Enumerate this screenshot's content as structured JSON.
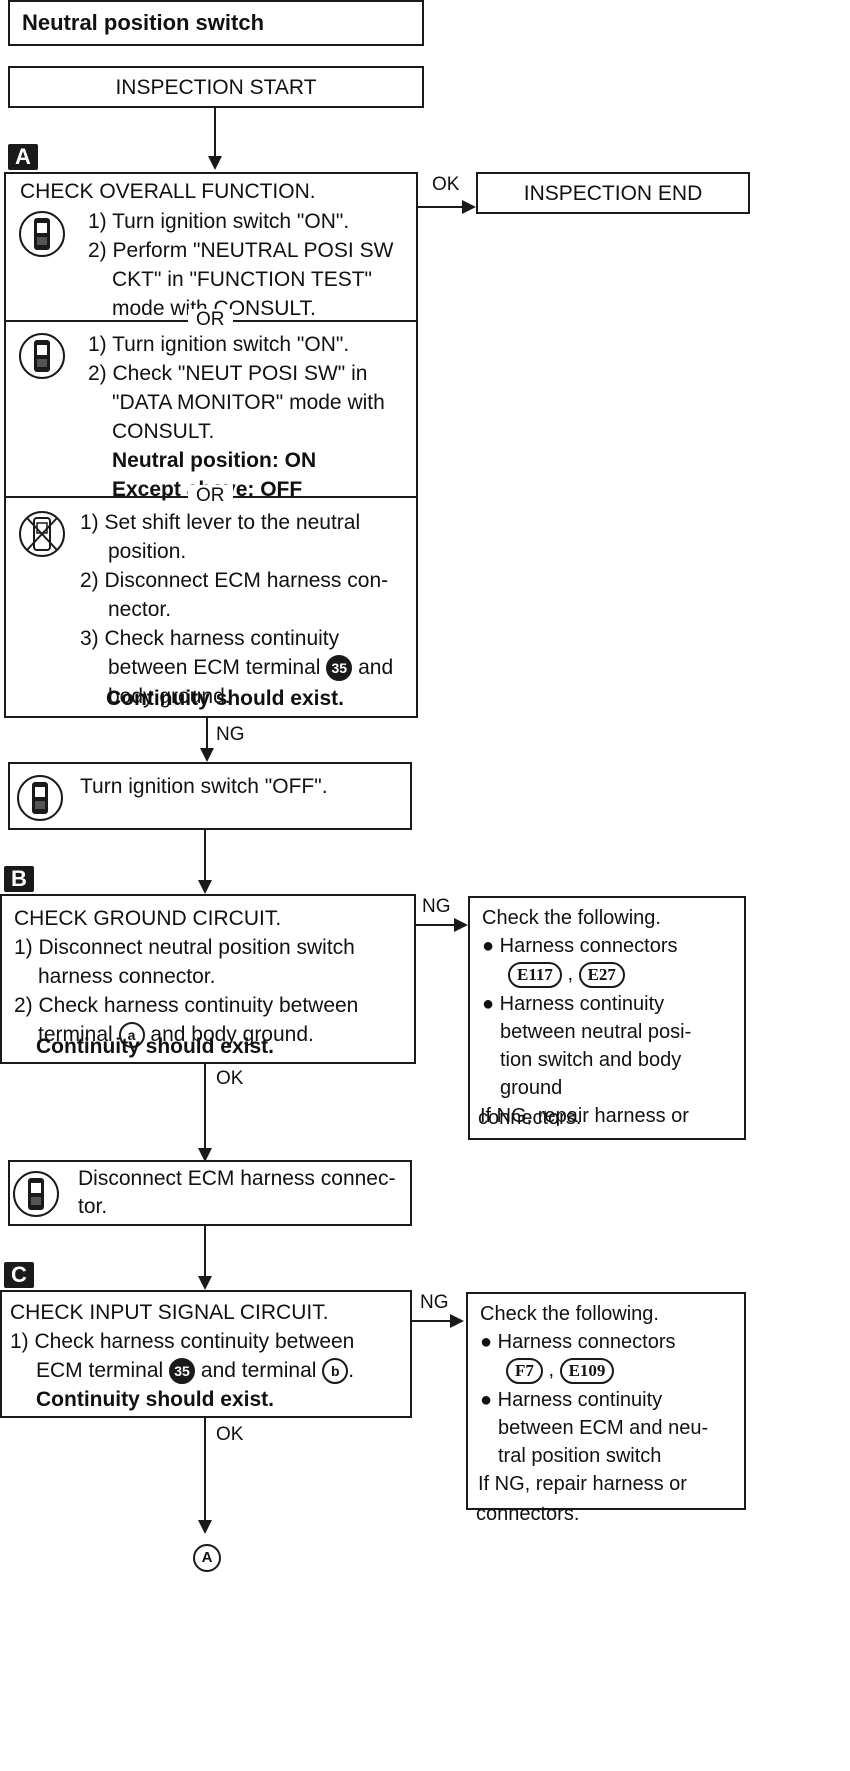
{
  "title": "Neutral position switch",
  "start_label": "INSPECTION START",
  "end_label": "INSPECTION END",
  "labels": {
    "ok": "OK",
    "ng": "NG",
    "or": "OR"
  },
  "step_a": {
    "badge": "A",
    "heading": "CHECK OVERALL FUNCTION.",
    "method1": [
      "1) Turn ignition switch \"ON\".",
      "2) Perform \"NEUTRAL POSI SW",
      "CKT\" in \"FUNCTION TEST\"",
      "mode with CONSULT."
    ],
    "method2": [
      "1) Turn ignition switch \"ON\".",
      "2) Check \"NEUT POSI SW\" in",
      "\"DATA MONITOR\" mode with",
      "CONSULT."
    ],
    "method2_bold": [
      "Neutral position: ON",
      "Except above: OFF"
    ],
    "method3": [
      "1) Set shift lever to the neutral",
      "position.",
      "2) Disconnect ECM harness con-",
      "nector.",
      "3) Check harness continuity",
      "between ECM terminal",
      "and",
      "body ground."
    ],
    "method3_terminal": "35",
    "method3_bold": "Continuity should exist."
  },
  "step_off": {
    "text": "Turn ignition switch \"OFF\"."
  },
  "step_b": {
    "badge": "B",
    "heading": "CHECK GROUND CIRCUIT.",
    "lines": [
      "1) Disconnect neutral position switch",
      "harness connector.",
      "2) Check harness continuity between",
      "terminal",
      "and body ground."
    ],
    "terminal": "a",
    "bold": "Continuity should exist.",
    "side": {
      "heading": "Check the following.",
      "bullet1": "Harness connectors",
      "connectors": [
        "E117",
        "E27"
      ],
      "bullet2": [
        "Harness continuity",
        "between neutral posi-",
        "tion switch and body",
        "ground"
      ],
      "footer": [
        "If NG, repair harness or",
        "connectors."
      ]
    }
  },
  "step_disconnect": {
    "lines": [
      "Disconnect ECM harness connec-",
      "tor."
    ]
  },
  "step_c": {
    "badge": "C",
    "heading": "CHECK INPUT SIGNAL CIRCUIT.",
    "lines": [
      "1) Check harness continuity between",
      "ECM terminal",
      "and terminal"
    ],
    "terminal1": "35",
    "terminal2": "b",
    "bold": "Continuity should exist.",
    "side": {
      "heading": "Check the following.",
      "bullet1": "Harness connectors",
      "connectors": [
        "F7",
        "E109"
      ],
      "bullet2": [
        "Harness continuity",
        "between ECM and neu-",
        "tral position switch"
      ],
      "footer": [
        "If NG, repair harness or",
        "connectors."
      ]
    }
  },
  "goto": "A"
}
